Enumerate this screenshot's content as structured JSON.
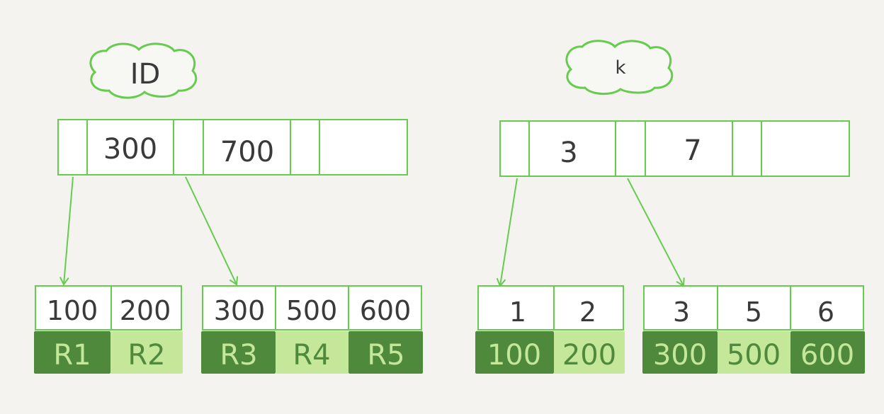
{
  "left_tree": {
    "cloud_label": "ID",
    "root_keys": [
      "300",
      "700"
    ],
    "leaf1": {
      "keys": [
        "100",
        "200"
      ],
      "rows": [
        "R1",
        "R2"
      ]
    },
    "leaf2": {
      "keys": [
        "300",
        "500",
        "600"
      ],
      "rows": [
        "R3",
        "R4",
        "R5"
      ]
    }
  },
  "right_tree": {
    "cloud_label": "k",
    "root_keys": [
      "3",
      "7"
    ],
    "leaf1": {
      "keys": [
        "1",
        "2"
      ],
      "rows": [
        "100",
        "200"
      ]
    },
    "leaf2": {
      "keys": [
        "3",
        "5",
        "6"
      ],
      "rows": [
        "300",
        "500",
        "600"
      ]
    }
  },
  "colors": {
    "line": "#66cc4e",
    "dark_cell": "#4f8a3c",
    "light_cell": "#c4e79a",
    "background": "#f4f3ef"
  }
}
